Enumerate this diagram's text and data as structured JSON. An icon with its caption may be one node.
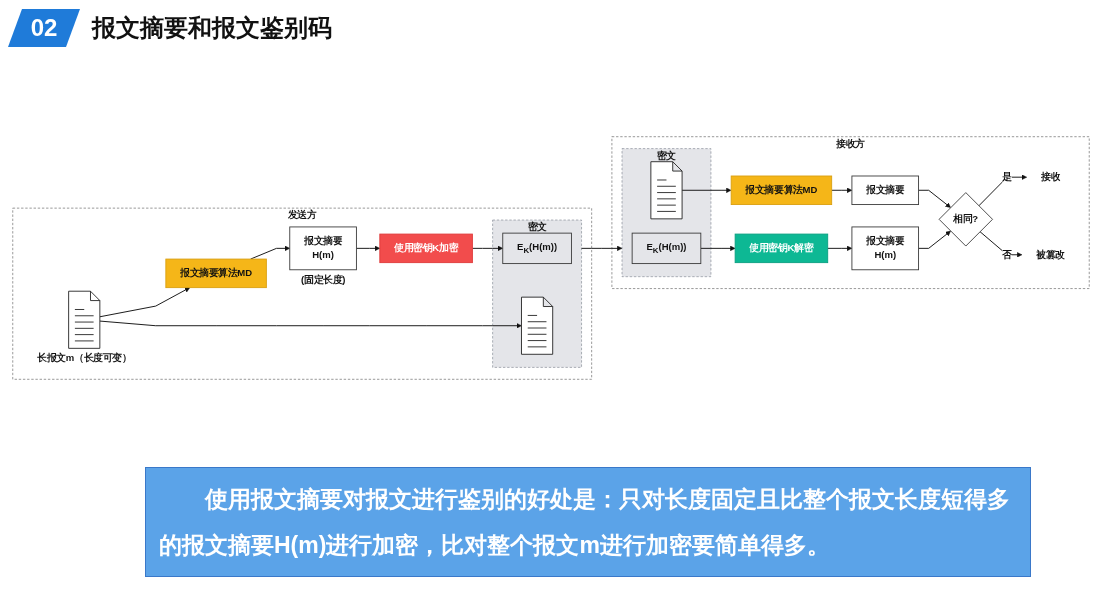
{
  "diagram": {
    "title": "报文摘要和报文鉴别码",
    "caption": "使用报文摘要对报文进行鉴别的好处是：只对长度固定且比整个报文长度短得多的报文摘要H(m)进行加密，比对整个报文m进行加密要简单得多。",
    "nodes": [
      {
        "text": [
          "发送方"
        ]
      },
      {
        "text": [],
        "shape": "document",
        "beside": [
          "长报文m（长度可变）"
        ],
        "in": 0
      },
      {
        "text": [
          "报文摘要算法MD"
        ],
        "in": 0
      },
      {
        "text": [
          "报文摘要",
          "H(m)"
        ],
        "beside": [
          "(固定长度)"
        ],
        "in": 0
      },
      {
        "text": [
          "使用密钥K加密"
        ],
        "in": 0
      },
      {
        "text": [
          "密文"
        ],
        "in": 0
      },
      {
        "text": [
          "E$_{K}$(H(m))"
        ],
        "in": 5
      },
      {
        "text": [],
        "shape": "document",
        "in": 5
      },
      {
        "text": [
          "接收方"
        ]
      },
      {
        "text": [
          "密文"
        ],
        "in": 8
      },
      {
        "text": [
          "E$_{K}$(H(m))"
        ],
        "in": 9
      },
      {
        "text": [],
        "shape": "document",
        "in": 9
      },
      {
        "text": [
          "报文摘要算法MD"
        ],
        "in": 8
      },
      {
        "text": [
          "报文摘要"
        ],
        "in": 8
      },
      {
        "text": [
          "使用密钥K解密"
        ],
        "in": 8
      },
      {
        "text": [
          "报文摘要",
          "H(m)"
        ],
        "in": 8
      },
      {
        "text": [
          "相同?"
        ],
        "in": 8
      },
      {
        "text": [
          "接收"
        ],
        "in": 8
      },
      {
        "text": [
          "被篡改"
        ],
        "in": 8
      }
    ],
    "edges": [
      {
        "from": 1,
        "to": 2,
        "arrow": "to"
      },
      {
        "from": 1,
        "to": 7,
        "arrow": "to"
      },
      {
        "from": 2,
        "to": 3,
        "arrow": "to"
      },
      {
        "from": 3,
        "to": 4,
        "arrow": "to"
      },
      {
        "from": 4,
        "to": 6,
        "arrow": "to"
      },
      {
        "from": 5,
        "to": 9,
        "arrow": "to"
      },
      {
        "from": 11,
        "to": 12,
        "arrow": "to"
      },
      {
        "from": 12,
        "to": 13,
        "arrow": "to"
      },
      {
        "from": 10,
        "to": 14,
        "arrow": "to"
      },
      {
        "from": 14,
        "to": 15,
        "arrow": "to"
      },
      {
        "from": 15,
        "to": 16,
        "arrow": "to"
      },
      {
        "from": 13,
        "to": 16,
        "arrow": "to"
      },
      {
        "from": 16,
        "to": 17,
        "arrow": "to",
        "label": "是"
      },
      {
        "from": 16,
        "to": 18,
        "arrow": "to",
        "label": "否"
      }
    ],
    "labels": [
      "02"
    ]
  }
}
